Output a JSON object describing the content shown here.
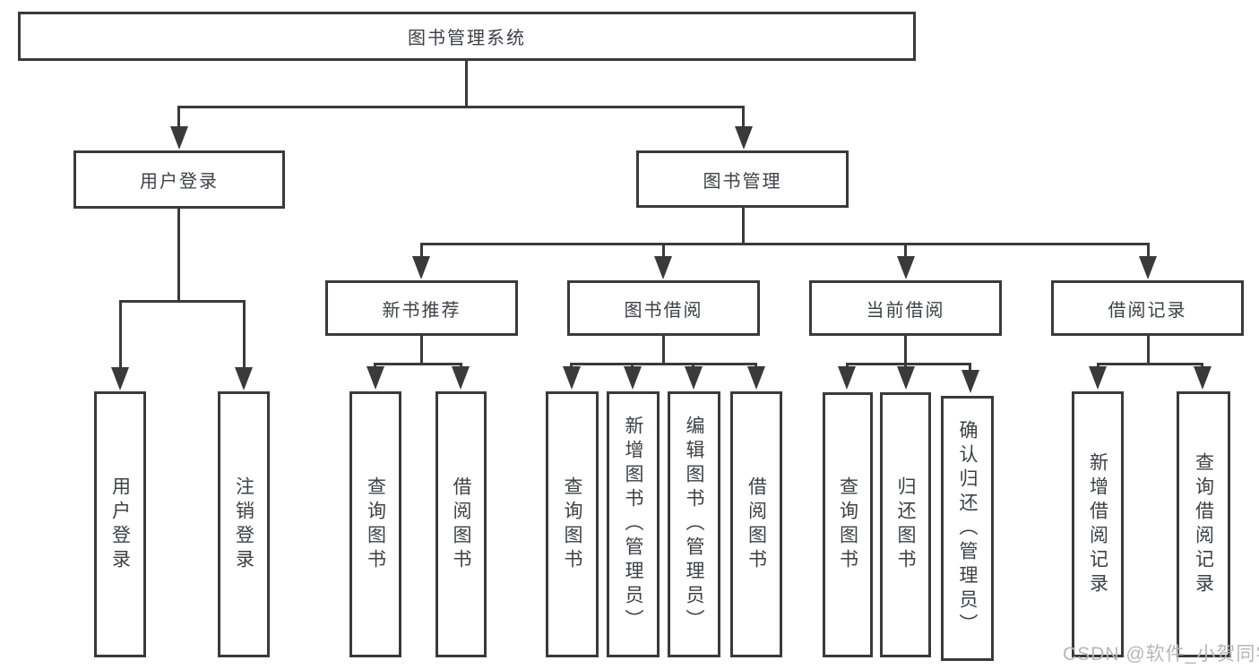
{
  "title": "图书管理系统",
  "watermark": "CSDN @软件_小贺同学",
  "colors": {
    "line": "#3a3a3a",
    "node_border": "#3a3a3a",
    "node_text": "#3e4046",
    "watermark_text": "#b4b7bb",
    "background": "#ffffff"
  },
  "tree": {
    "root": {
      "label": "图书管理系统"
    },
    "branches": [
      {
        "label": "用户登录",
        "children": [
          {
            "label": "用户登录"
          },
          {
            "label": "注销登录"
          }
        ]
      },
      {
        "label": "图书管理",
        "children": [
          {
            "label": "新书推荐",
            "children": [
              {
                "label": "查询图书"
              },
              {
                "label": "借阅图书"
              }
            ]
          },
          {
            "label": "图书借阅",
            "children": [
              {
                "label": "查询图书"
              },
              {
                "label": "新增图书（管理员）"
              },
              {
                "label": "编辑图书（管理员）"
              },
              {
                "label": "借阅图书"
              }
            ]
          },
          {
            "label": "当前借阅",
            "children": [
              {
                "label": "查询图书"
              },
              {
                "label": "归还图书"
              },
              {
                "label": "确认归还（管理员）"
              }
            ]
          },
          {
            "label": "借阅记录",
            "children": [
              {
                "label": "新增借阅记录"
              },
              {
                "label": "查询借阅记录"
              }
            ]
          }
        ]
      }
    ]
  }
}
